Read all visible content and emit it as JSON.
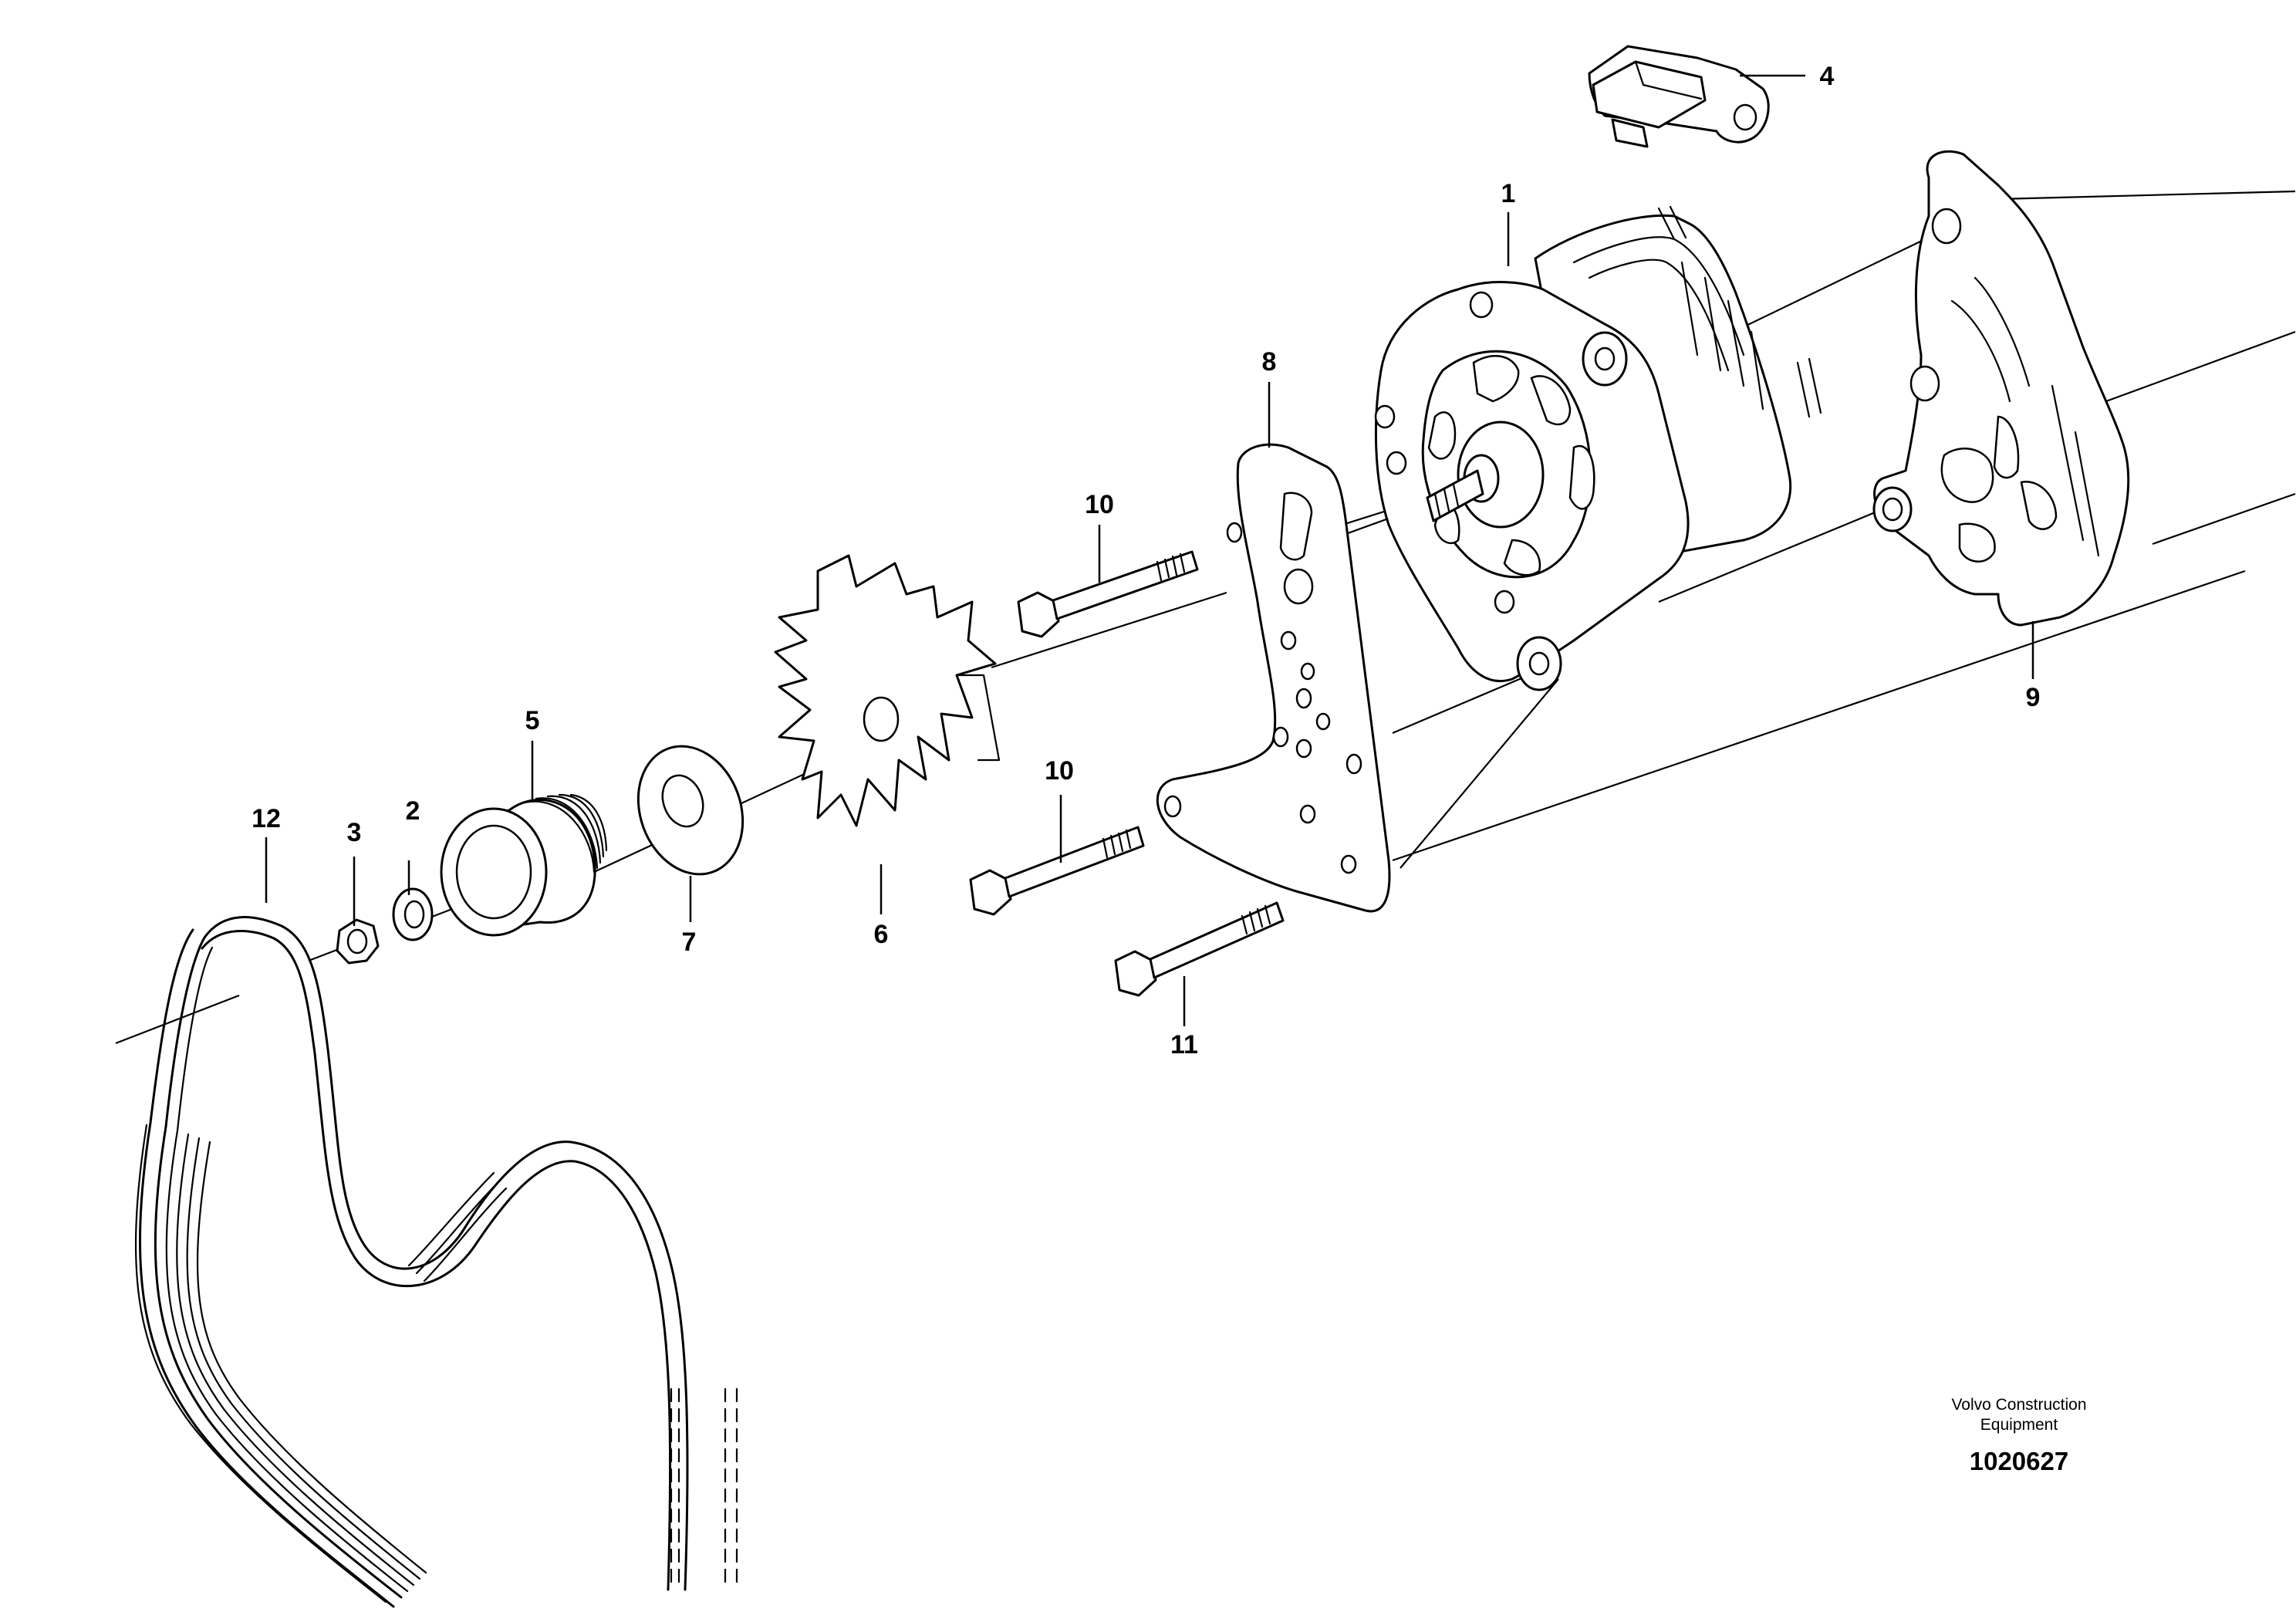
{
  "callouts": {
    "c1": "1",
    "c2": "2",
    "c3": "3",
    "c4": "4",
    "c5": "5",
    "c6": "6",
    "c7": "7",
    "c8": "8",
    "c9": "9",
    "c10a": "10",
    "c10b": "10",
    "c11": "11",
    "c12": "12"
  },
  "credit": {
    "line1": "Volvo Construction",
    "line2": "Equipment",
    "figure_number": "1020627"
  }
}
